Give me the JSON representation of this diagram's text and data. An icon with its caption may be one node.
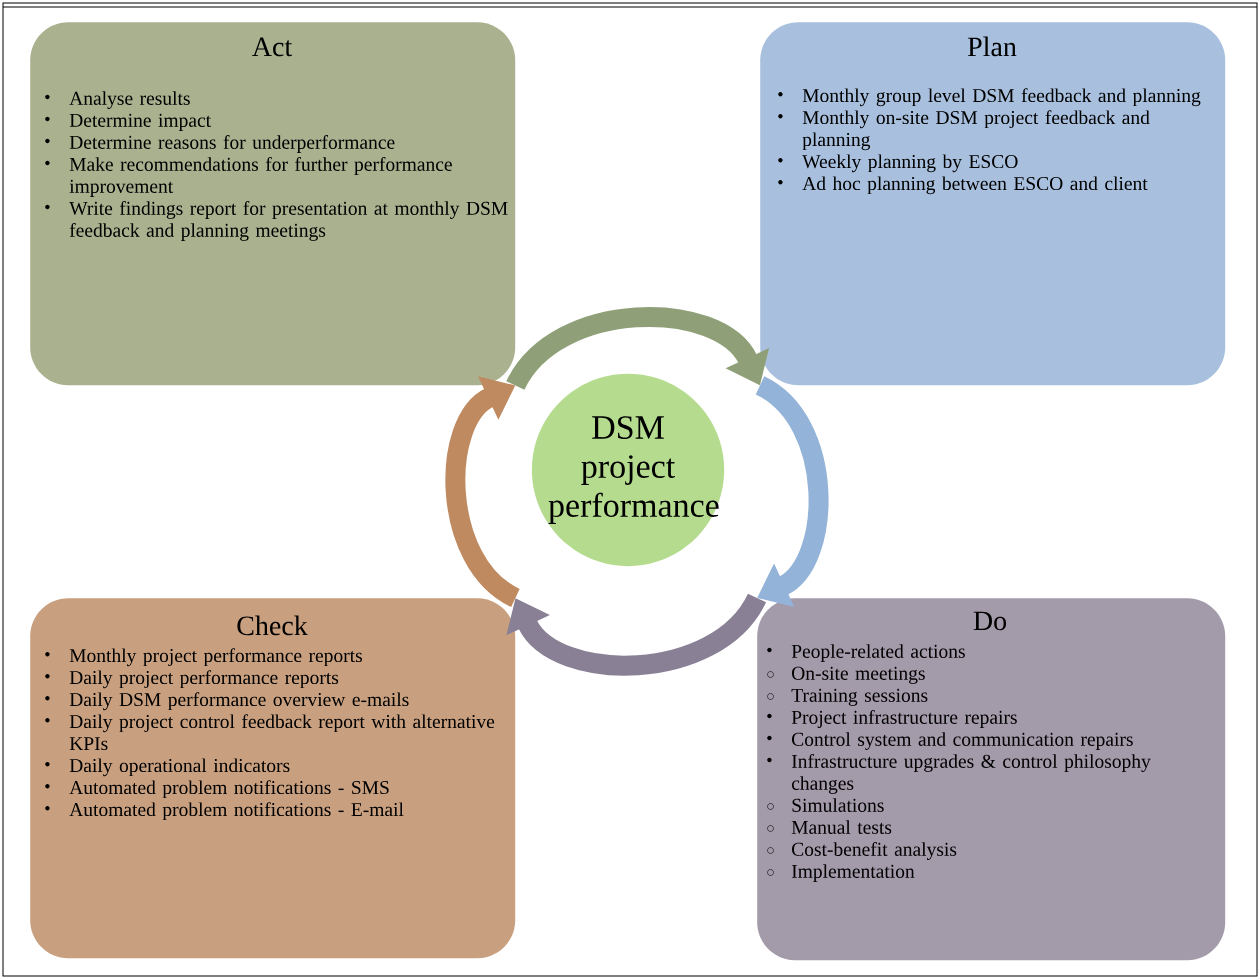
{
  "diagram": {
    "nodes": [
      {
        "text": [
          "Act",
          "Analyse results",
          "Determine impact",
          "Determine reasons for underperformance",
          "Make recommendations for further performance improvement",
          "Write findings report for presentation at monthly DSM feedback and planning meetings"
        ]
      },
      {
        "text": [
          "Plan",
          "Monthly group level DSM feedback and planning",
          "Monthly on-site DSM project feedback and planning",
          "Weekly planning by ESCO",
          "Ad hoc planning between ESCO and client"
        ]
      },
      {
        "text": [
          "DSM project performance"
        ]
      },
      {
        "text": [
          "Check",
          "Monthly project performance reports",
          "Daily project performance reports",
          "Daily DSM performance overview e-mails",
          "Daily project control feedback report with alternative KPIs",
          "Daily operational indicators",
          "Automated problem notifications - SMS",
          "Automated problem notifications - E-mail"
        ]
      },
      {
        "text": [
          "Do",
          "People-related actions",
          "On-site meetings",
          "Training sessions",
          "Project infrastructure repairs",
          "Control system and communication repairs",
          "Infrastructure upgrades & control philosophy changes",
          "Simulations",
          "Manual tests",
          "Cost-benefit analysis",
          "Implementation"
        ]
      }
    ],
    "edges": [
      {
        "from": 0,
        "to": 1,
        "arrow": "to",
        "color": "#8fa078"
      },
      {
        "from": 1,
        "to": 4,
        "arrow": "to",
        "color": "#93b3d8"
      },
      {
        "from": 4,
        "to": 3,
        "arrow": "to",
        "color": "#8a8096"
      },
      {
        "from": 3,
        "to": 0,
        "arrow": "to",
        "color": "#c08a60"
      }
    ]
  }
}
